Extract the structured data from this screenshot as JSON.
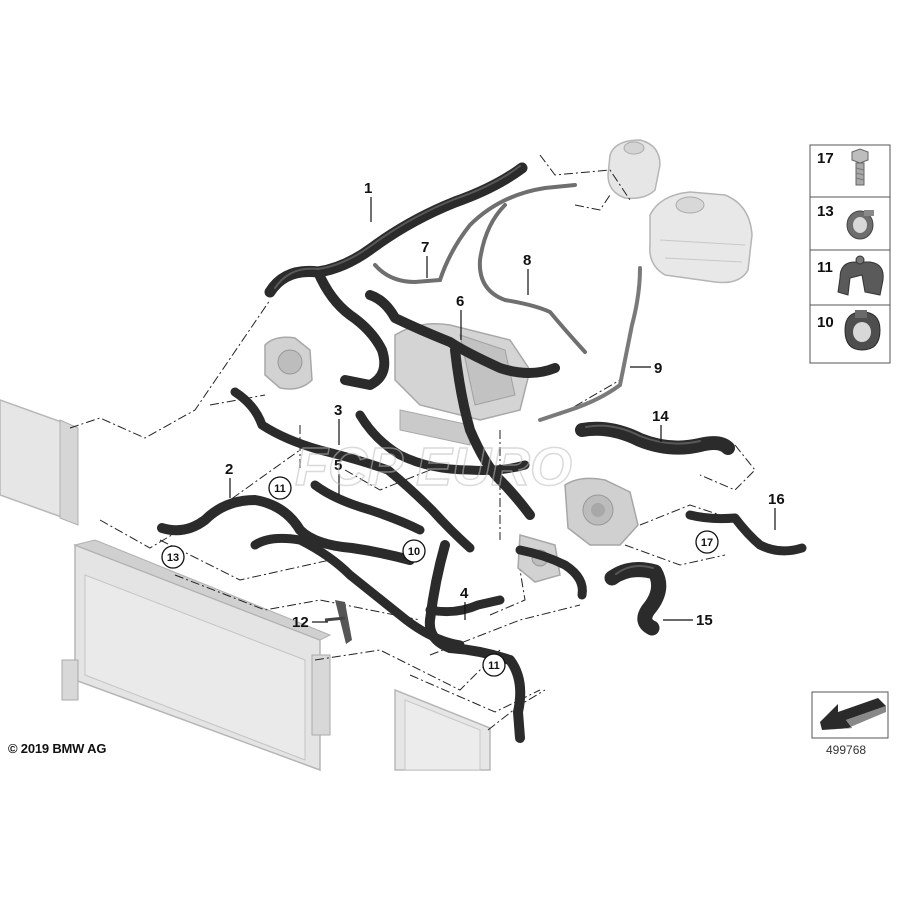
{
  "parts": [
    {
      "num": "1"
    },
    {
      "num": "2"
    },
    {
      "num": "3"
    },
    {
      "num": "4"
    },
    {
      "num": "5"
    },
    {
      "num": "6"
    },
    {
      "num": "7"
    },
    {
      "num": "8"
    },
    {
      "num": "9"
    },
    {
      "num": "12"
    },
    {
      "num": "14"
    },
    {
      "num": "15"
    },
    {
      "num": "16"
    }
  ],
  "circled_refs": [
    "11",
    "13",
    "10",
    "11",
    "17"
  ],
  "legend": [
    "17",
    "13",
    "11",
    "10"
  ],
  "watermark": "FCP EURO",
  "copyright": "© 2019 BMW AG",
  "diagram_id": "499768",
  "colors": {
    "hose": "#2b2b2b",
    "hose_highlight": "#6a6a6a",
    "component": "#cfcfcf",
    "component_dark": "#9a9a9a",
    "radiator": "#e4e4e4",
    "watermark": "#bdbdbd"
  }
}
